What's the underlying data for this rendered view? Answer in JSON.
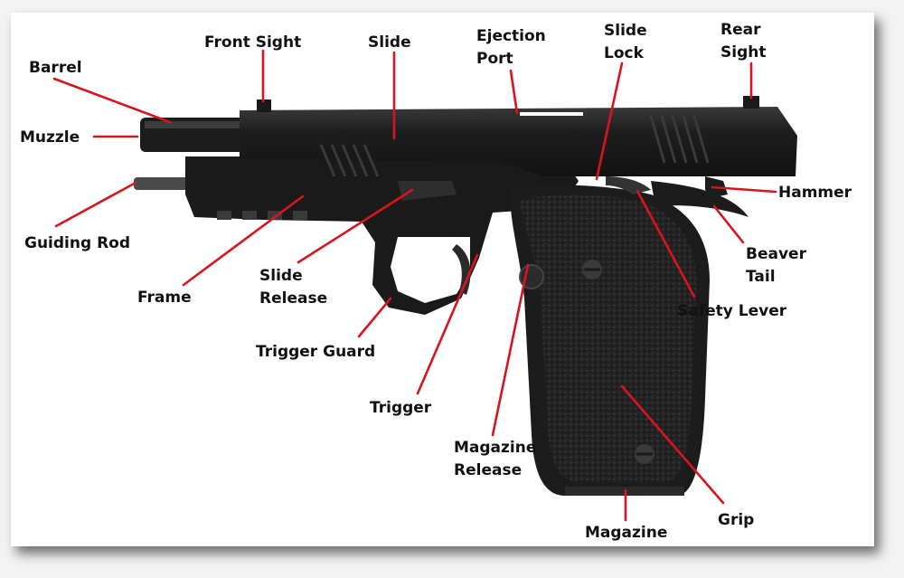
{
  "colors": {
    "leader": "#d9141e",
    "label": "#111111",
    "gun_body": "#1b1b1b",
    "gun_highlight": "#3a3a3a",
    "grip_texture": "#2a2a2a"
  },
  "labels": {
    "barrel": "Barrel",
    "muzzle": "Muzzle",
    "front_sight": "Front Sight",
    "slide": "Slide",
    "ejection_port": [
      "Ejection",
      "Port"
    ],
    "slide_lock": [
      "Slide",
      "Lock"
    ],
    "rear_sight": [
      "Rear",
      "Sight"
    ],
    "hammer": "Hammer",
    "guiding_rod": "Guiding Rod",
    "frame": "Frame",
    "slide_release": [
      "Slide",
      "Release"
    ],
    "trigger_guard": "Trigger Guard",
    "trigger": "Trigger",
    "magazine_release": [
      "Magazine",
      "Release"
    ],
    "beaver_tail": [
      "Beaver",
      "Tail"
    ],
    "safety_lever": "Safety Lever",
    "grip": "Grip",
    "magazine": "Magazine"
  }
}
